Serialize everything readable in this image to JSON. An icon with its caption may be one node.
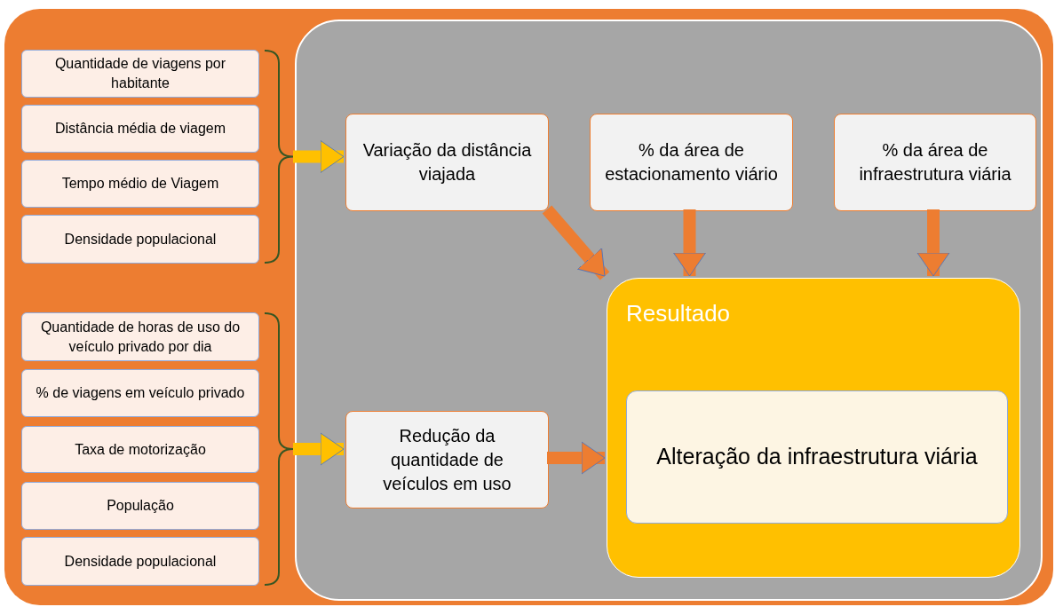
{
  "diagram": {
    "nodes": [
      {
        "text": [],
        "shape": "box"
      },
      {
        "text": [],
        "shape": "box",
        "in": 0
      },
      {
        "text": [
          "Quantidade de viagens por habitante"
        ],
        "in": 0
      },
      {
        "text": [
          "Distância média de viagem"
        ],
        "in": 0
      },
      {
        "text": [
          "Tempo médio de Viagem"
        ],
        "in": 0
      },
      {
        "text": [
          "Densidade populacional"
        ],
        "in": 0
      },
      {
        "text": [
          "Quantidade de horas de uso do veículo privado por dia"
        ],
        "in": 0
      },
      {
        "text": [
          "% de viagens em veículo privado"
        ],
        "in": 0
      },
      {
        "text": [
          "Taxa de motorização"
        ],
        "in": 0
      },
      {
        "text": [
          "População"
        ],
        "in": 0
      },
      {
        "text": [
          "Densidade populacional"
        ],
        "in": 0
      },
      {
        "text": [
          "Variação da distância viajada"
        ],
        "in": 1
      },
      {
        "text": [
          "% da área de estacionamento viário"
        ],
        "in": 1
      },
      {
        "text": [
          "% da área de infraestrutura viária"
        ],
        "in": 1
      },
      {
        "text": [
          "Redução da quantidade de veículos em uso"
        ],
        "in": 1
      },
      {
        "text": [
          "Resultado"
        ],
        "in": 1
      },
      {
        "text": [
          "Alteração da infraestrutura viária"
        ],
        "in": 15
      },
      {
        "text": [],
        "shape": "brace",
        "in": 0
      },
      {
        "text": [],
        "shape": "brace",
        "in": 0
      }
    ],
    "edges": [
      {
        "from": 17,
        "to": 11,
        "arrow": "to",
        "color": "#ffc000"
      },
      {
        "from": 18,
        "to": 14,
        "arrow": "to",
        "color": "#ffc000"
      },
      {
        "from": 11,
        "to": 15,
        "arrow": "to"
      },
      {
        "from": 12,
        "to": 15,
        "arrow": "to"
      },
      {
        "from": 13,
        "to": 15,
        "arrow": "to"
      },
      {
        "from": 14,
        "to": 15,
        "arrow": "to"
      }
    ]
  }
}
